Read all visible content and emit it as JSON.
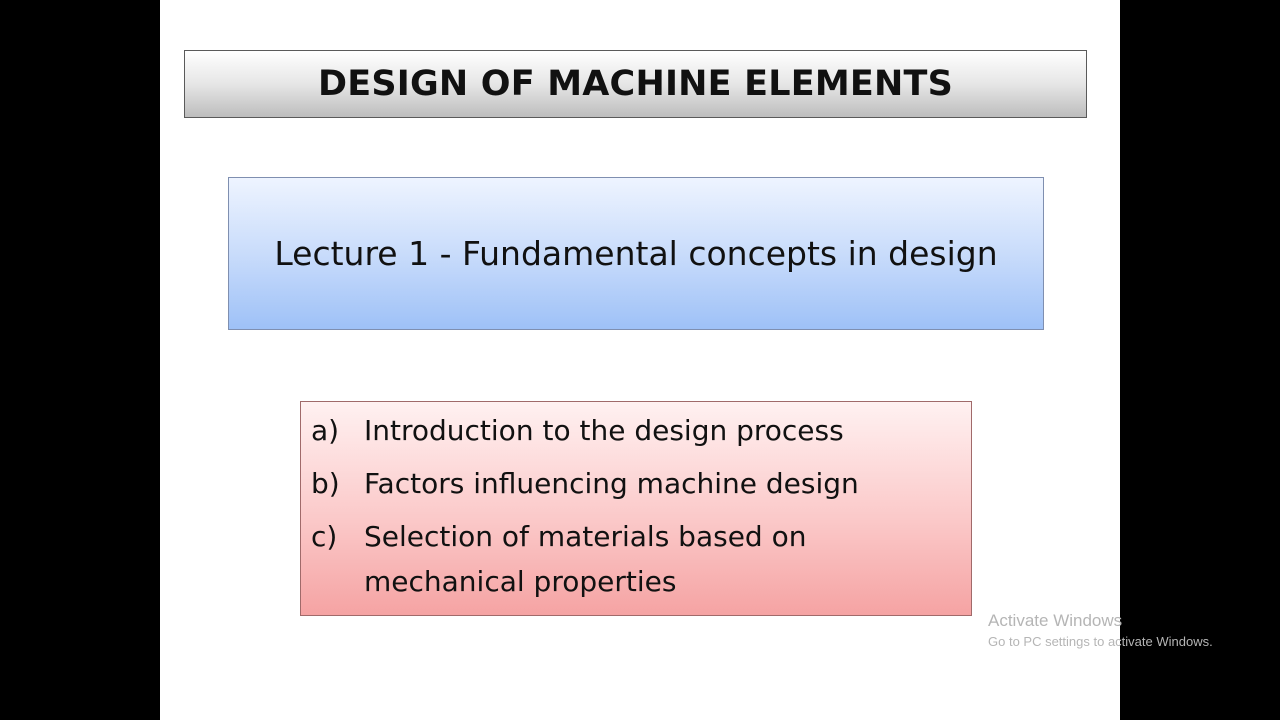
{
  "slide": {
    "title": "DESIGN OF MACHINE ELEMENTS",
    "lecture": "Lecture 1 - Fundamental concepts in design",
    "topics": [
      {
        "marker": "a)",
        "text": "Introduction to the design process"
      },
      {
        "marker": "b)",
        "text": "Factors influencing machine design"
      },
      {
        "marker": "c)",
        "text": "Selection of materials based on mechanical properties"
      }
    ]
  },
  "watermark": {
    "title": "Activate Windows",
    "subtitle": "Go to PC settings to activate Windows."
  },
  "colors": {
    "background": "#000000",
    "slide": "#ffffff",
    "title_bar": "#d9d9d9",
    "lecture_box": "#b9d2f9",
    "topics_box": "#f9b9b9"
  }
}
